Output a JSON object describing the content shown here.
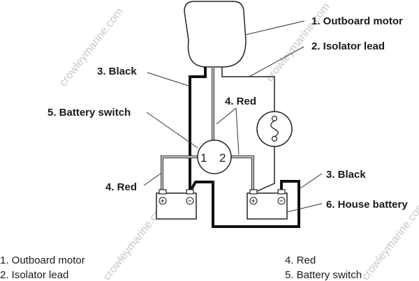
{
  "diagram": {
    "callouts": {
      "outboard_motor": "1. Outboard motor",
      "isolator_lead": "2. Isolator lead",
      "black_upper": "3. Black",
      "battery_switch": "5. Battery switch",
      "red_center": "4. Red",
      "red_left": "4. Red",
      "black_right": "3. Black",
      "house_battery": "6. House battery"
    },
    "switch_positions": [
      "1",
      "2"
    ],
    "battery_terminals": {
      "positive": "+",
      "negative": "−"
    },
    "legend": {
      "left": [
        "1. Outboard motor",
        "2. Isolator lead"
      ],
      "right": [
        "4. Red",
        "5. Battery switch"
      ]
    },
    "watermark": "crowleymarine.com",
    "colors": {
      "wire_black": "#111111",
      "wire_red_outline": "#444444",
      "line": "#222222",
      "watermark": "#c8c8c8"
    }
  }
}
